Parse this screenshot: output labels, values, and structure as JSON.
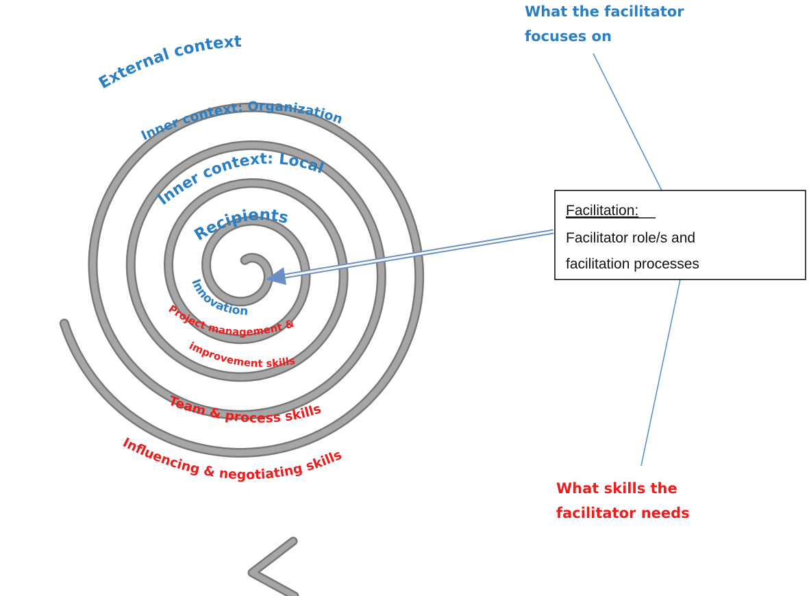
{
  "colors": {
    "blue": "#2a7fc4",
    "red": "#ee1c1c",
    "spiral": "#a6a6a6",
    "spiral_edge": "#777777",
    "arrow": "#6a8fc8",
    "line": "#5a8fd0",
    "text_dark": "#111111"
  },
  "header": {
    "focus_line1": "What the facilitator",
    "focus_line2": "focuses on"
  },
  "facilitation_box": {
    "title": "Facilitation:",
    "line1": "Facilitator role/s and",
    "line2": "facilitation processes"
  },
  "spiral_labels": {
    "external": "External context",
    "organization": "Inner context: Organization",
    "local": "Inner context: Local",
    "recipients": "Recipients",
    "innovation": "Innovation",
    "project_line1": "Project management &",
    "project_line2": "improvement skills",
    "team": "Team & process skills",
    "influencing": "Influencing & negotiating skills"
  },
  "footer": {
    "skills_line1": "What skills the",
    "skills_line2": "facilitator needs"
  }
}
